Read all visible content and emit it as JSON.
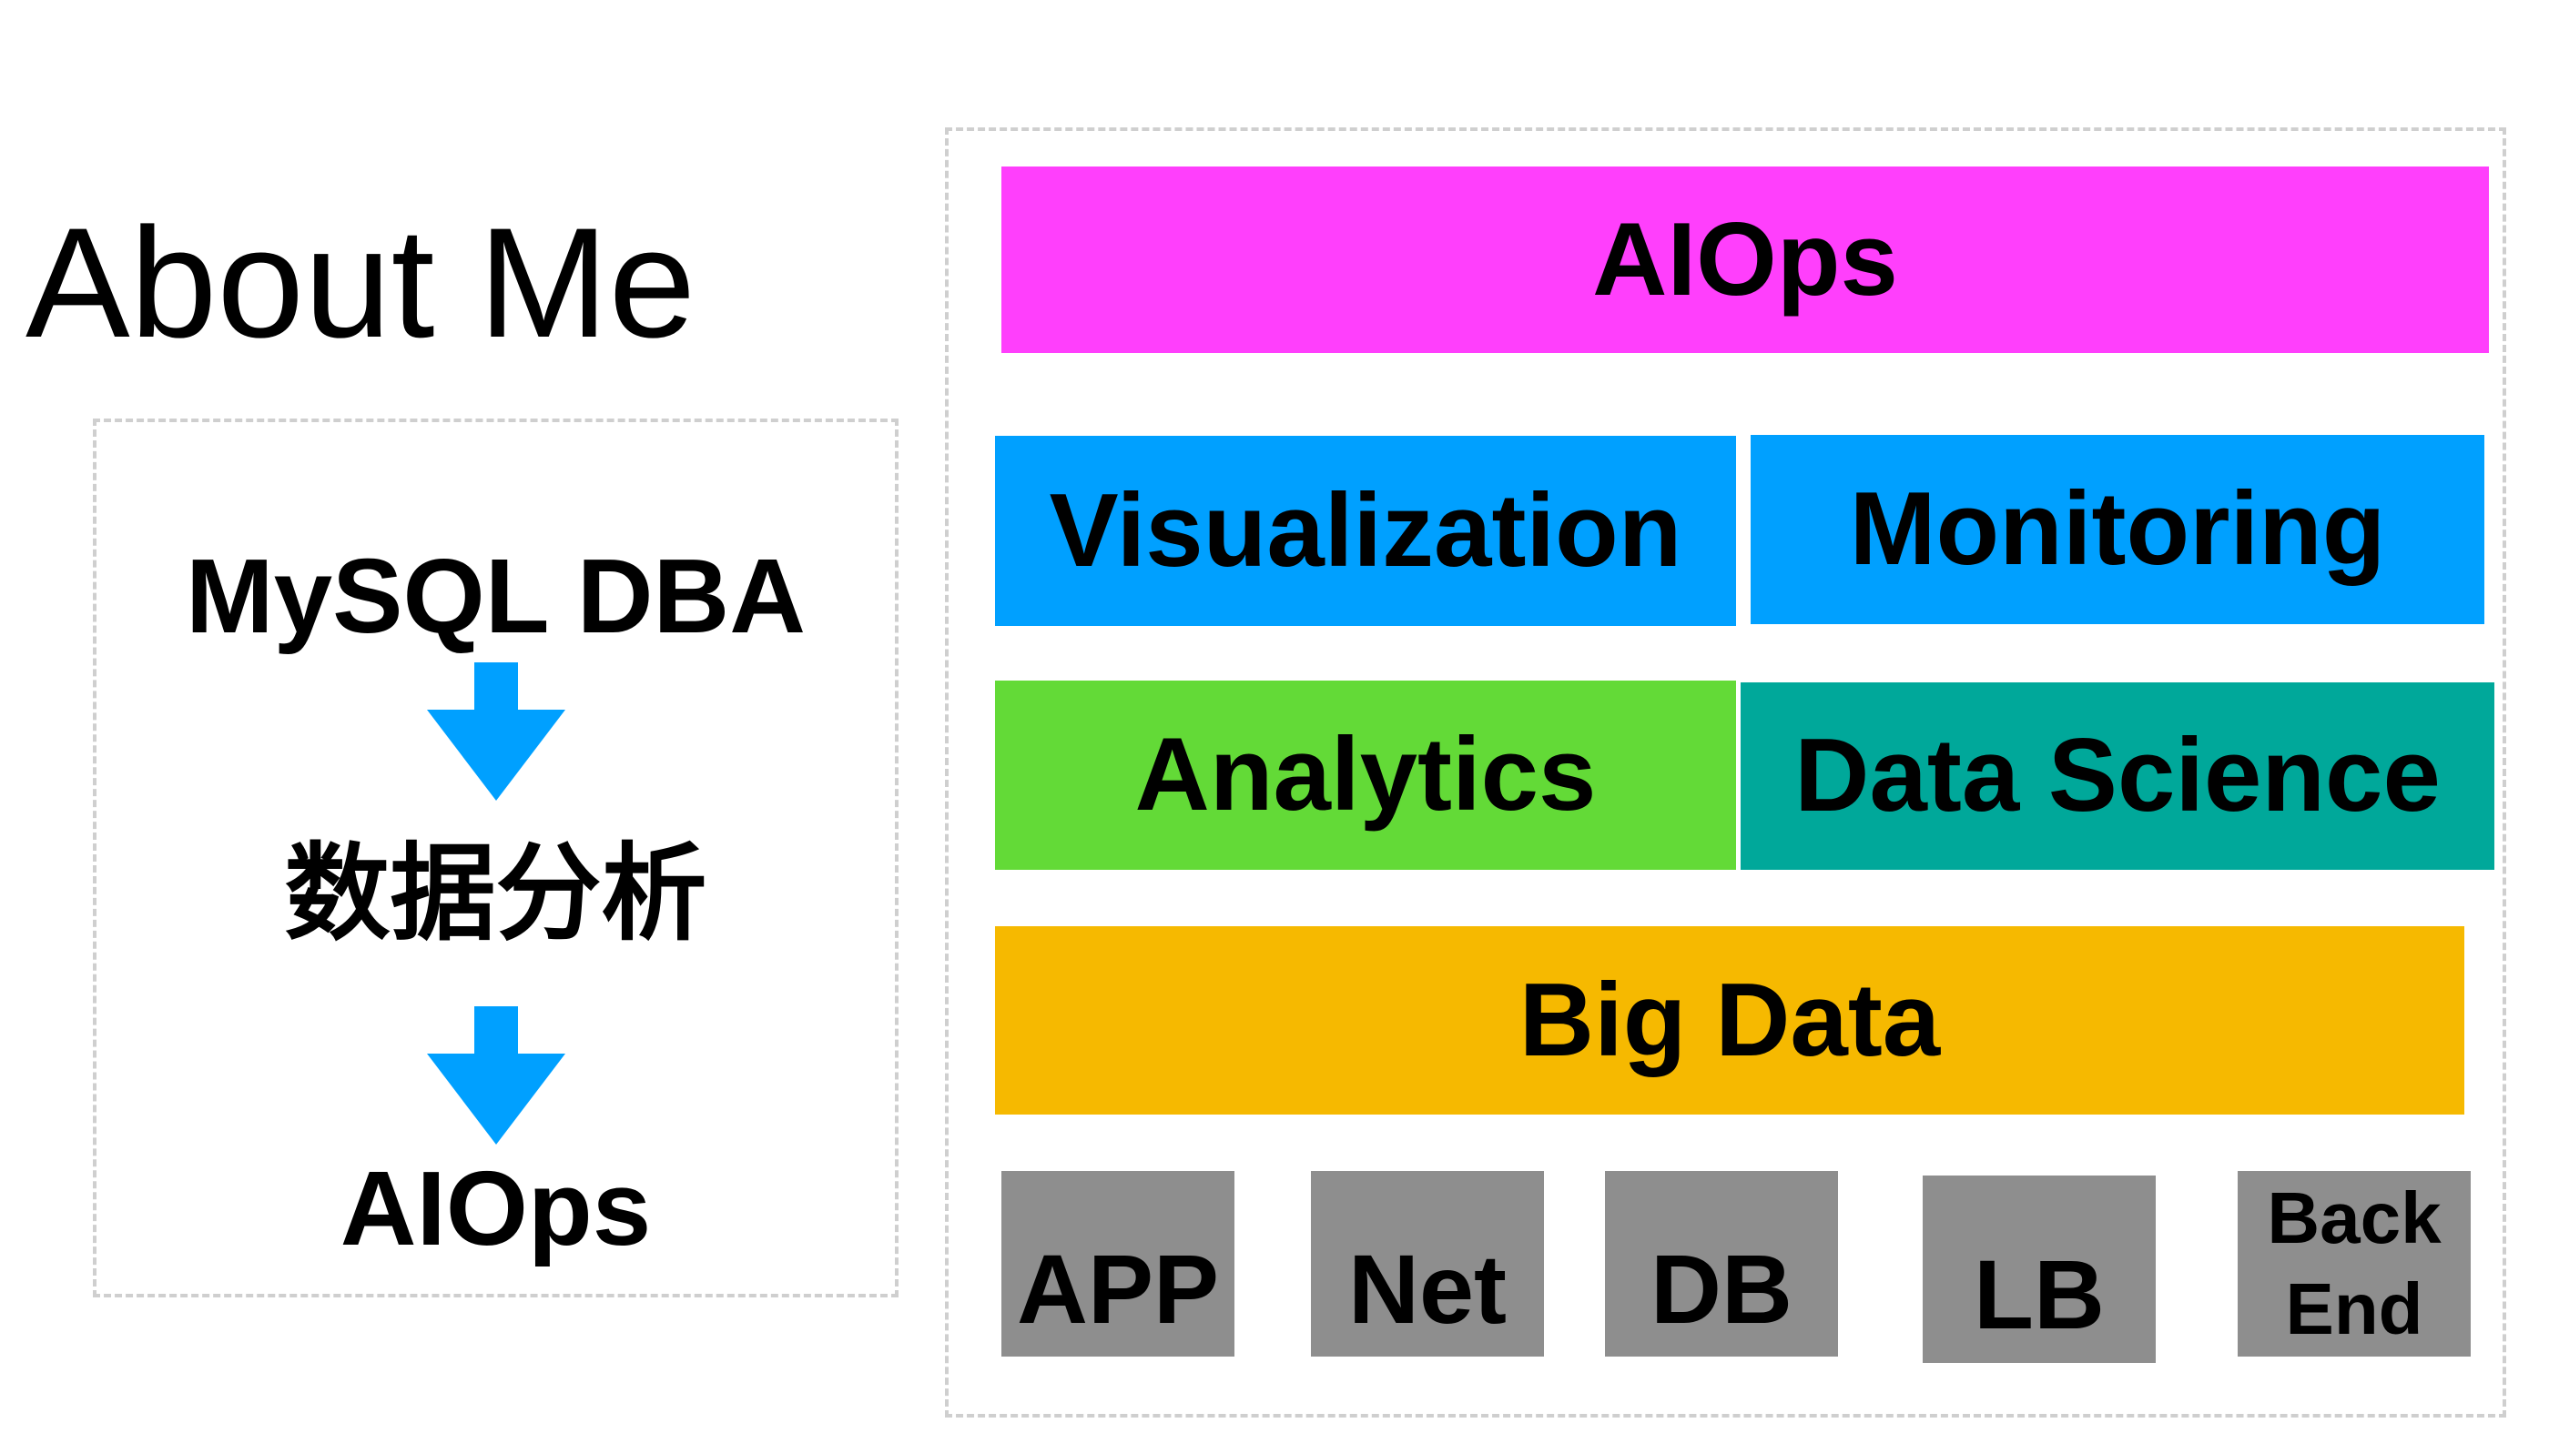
{
  "title": "About Me",
  "career_path": [
    "MySQL DBA",
    "数据分析",
    "AIOps"
  ],
  "colors": {
    "arrow": "#00a0ff",
    "aiops": "#ff3ffc",
    "visualization": "#00a0ff",
    "monitoring": "#00a0ff",
    "analytics": "#63da37",
    "data_science": "#00a89a",
    "big_data": "#f6b900",
    "infrastructure": "#8e8e8e"
  },
  "stack": {
    "top": "AIOps",
    "middle_upper": [
      "Visualization",
      "Monitoring"
    ],
    "middle_lower": [
      "Analytics",
      "Data Science"
    ],
    "base": "Big Data",
    "infrastructure": [
      "APP",
      "Net",
      "DB",
      "LB",
      "Back End"
    ]
  }
}
